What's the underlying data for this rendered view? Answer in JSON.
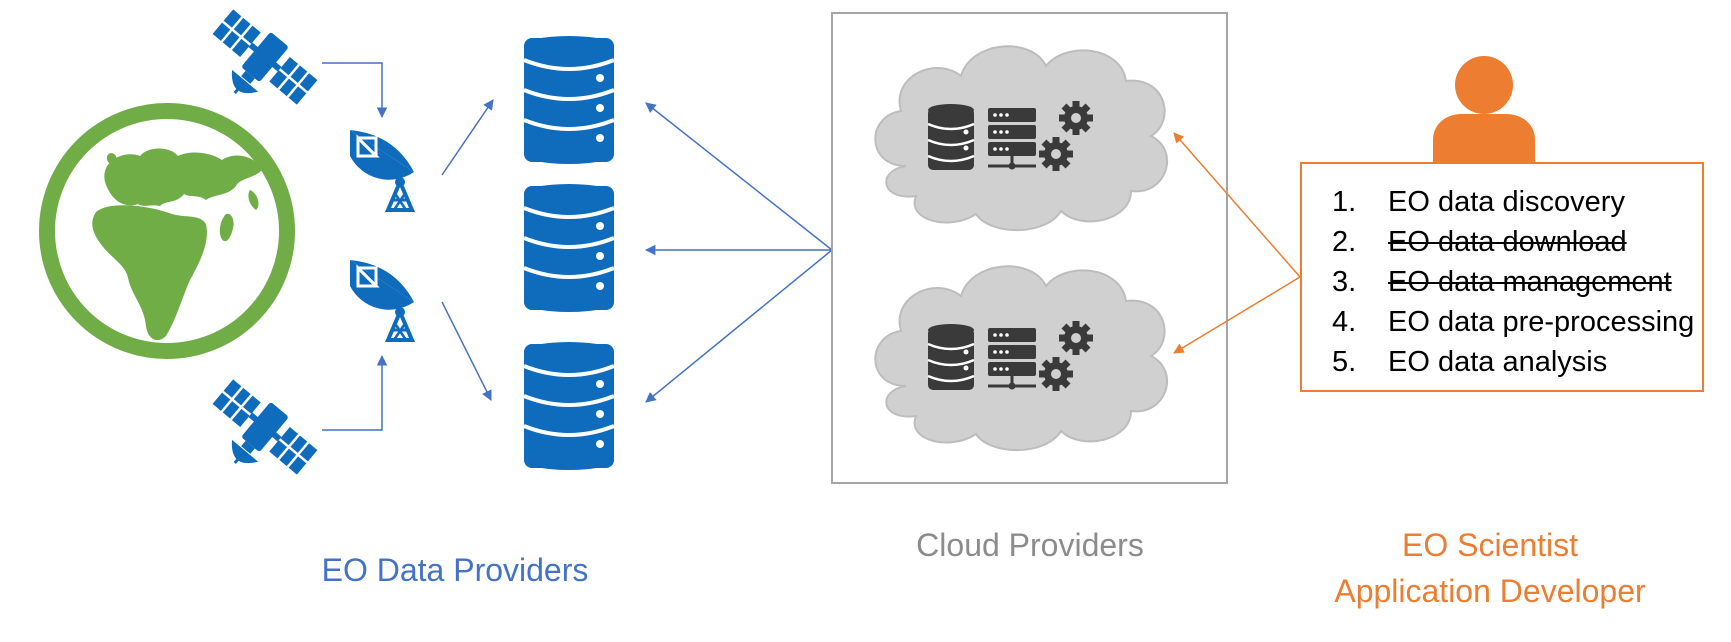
{
  "labels": {
    "providers": "EO Data Providers",
    "cloud": "Cloud Providers",
    "scientist_line1": "EO Scientist",
    "scientist_line2": "Application Developer"
  },
  "tasks": [
    {
      "num": "1.",
      "text": "EO data discovery",
      "struck": false
    },
    {
      "num": "2.",
      "text": "EO data download",
      "struck": true
    },
    {
      "num": "3.",
      "text": "EO data management",
      "struck": true
    },
    {
      "num": "4.",
      "text": "EO data pre-processing",
      "struck": false
    },
    {
      "num": "5.",
      "text": "EO data analysis",
      "struck": false
    }
  ],
  "colors": {
    "blue": "#4472c4",
    "icon_blue": "#0f6cbd",
    "green": "#70ad47",
    "gray": "#8c8c8c",
    "orange": "#ed7d31",
    "cloud_fill": "#d0d0d0",
    "server_dark": "#3a3a3a"
  },
  "icons": [
    "earth-icon",
    "satellite-icon",
    "ground-antenna-icon",
    "database-icon",
    "cloud-icon",
    "server-icon",
    "gears-icon",
    "user-icon"
  ]
}
